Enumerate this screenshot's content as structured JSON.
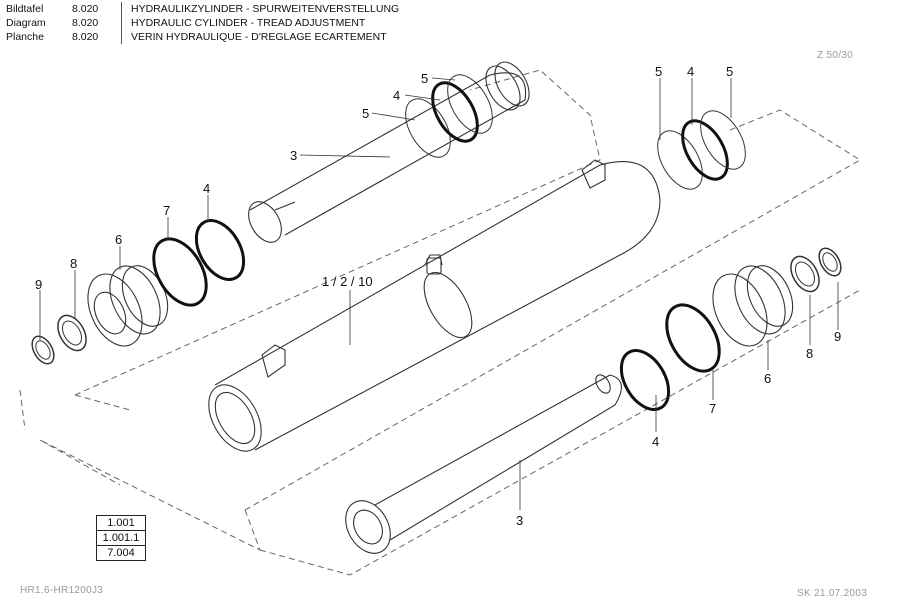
{
  "header": {
    "rows": [
      {
        "type": "Bildtafel",
        "number": "8.020",
        "title": "HYDRAULIKZYLINDER - SPURWEITENVERSTELLUNG"
      },
      {
        "type": "Diagram",
        "number": "8.020",
        "title": "HYDRAULIC CYLINDER - TREAD ADJUSTMENT"
      },
      {
        "type": "Planche",
        "number": "8.020",
        "title": "VERIN HYDRAULIQUE - D'REGLAGE ECARTEMENT"
      }
    ]
  },
  "stamps": {
    "zone": "Z 50/30",
    "model": "HR1.6-HR1200J3",
    "signature": "SK 21.07.2003"
  },
  "references": [
    "1.001",
    "1.001.1",
    "7.004"
  ],
  "callouts": {
    "main_assembly": "1 / 2 / 10",
    "rod_top": "3",
    "rod_bottom": "3",
    "oring_top_4": "4",
    "oring_top_5a": "5",
    "oring_top_5b": "5",
    "oring_tr_5a": "5",
    "oring_tr_4": "4",
    "oring_tr_5b": "5",
    "left_4": "4",
    "left_7": "7",
    "left_6": "6",
    "left_8": "8",
    "left_9": "9",
    "right_4": "4",
    "right_7": "7",
    "right_6": "6",
    "right_8": "8",
    "right_9": "9"
  }
}
